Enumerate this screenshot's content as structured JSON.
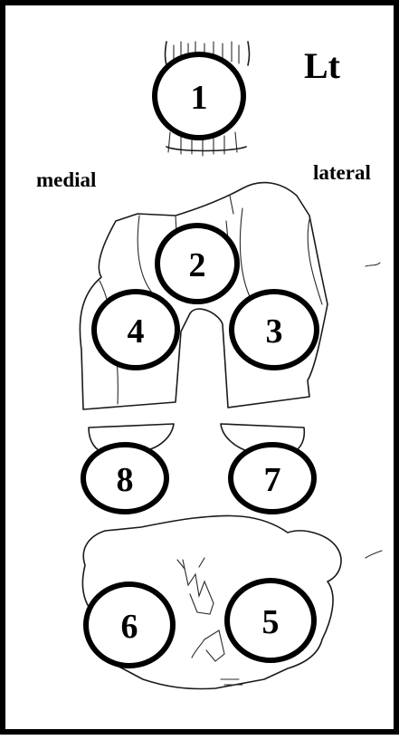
{
  "figure": {
    "side_label": "Lt",
    "medial_label": "medial",
    "lateral_label": "lateral"
  },
  "zones": [
    {
      "number": "1",
      "region": "patella"
    },
    {
      "number": "2",
      "region": "trochlea"
    },
    {
      "number": "3",
      "region": "lateral femoral condyle"
    },
    {
      "number": "4",
      "region": "medial femoral condyle"
    },
    {
      "number": "5",
      "region": "lateral tibial plateau"
    },
    {
      "number": "6",
      "region": "medial tibial plateau"
    },
    {
      "number": "7",
      "region": "lateral meniscus"
    },
    {
      "number": "8",
      "region": "medial meniscus"
    }
  ],
  "colors": {
    "ink": "#000000",
    "background": "#ffffff"
  }
}
